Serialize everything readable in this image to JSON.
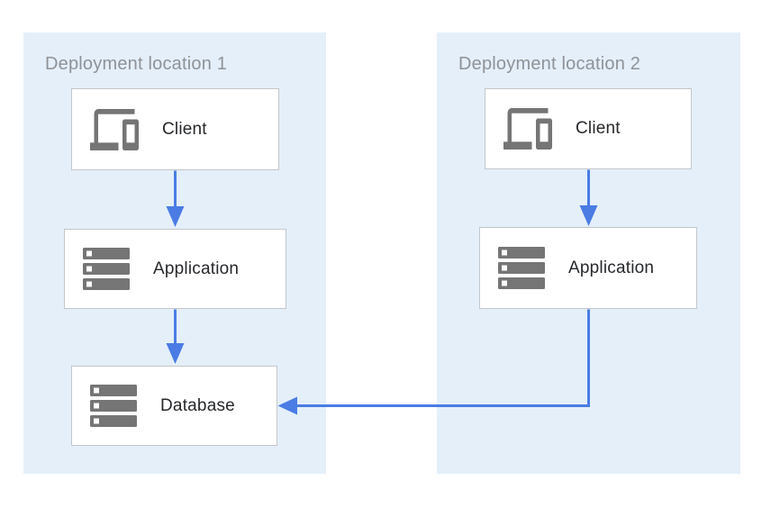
{
  "diagram": {
    "colors": {
      "page_bg": "#ffffff",
      "panel_bg": "#e4effa",
      "arrow": "#4a7ce4",
      "box_bg": "#ffffff",
      "box_border": "#c3c6c9",
      "icon": "#757575",
      "title_text": "#8f9296",
      "label_text": "#26282b"
    },
    "panels": [
      {
        "title": "Deployment location 1",
        "nodes": [
          {
            "label": "Client",
            "icon": "devices-icon"
          },
          {
            "label": "Application",
            "icon": "server-stack-icon"
          },
          {
            "label": "Database",
            "icon": "server-stack-icon"
          }
        ]
      },
      {
        "title": "Deployment location 2",
        "nodes": [
          {
            "label": "Client",
            "icon": "devices-icon"
          },
          {
            "label": "Application",
            "icon": "server-stack-icon"
          }
        ]
      }
    ],
    "connections": [
      {
        "from": "client-location1",
        "to": "application-location1",
        "style": "arrow-down"
      },
      {
        "from": "application-location1",
        "to": "database-location1",
        "style": "arrow-down"
      },
      {
        "from": "client-location2",
        "to": "application-location2",
        "style": "arrow-down"
      },
      {
        "from": "application-location2",
        "to": "database-location1",
        "style": "elbow-arrow-left"
      }
    ]
  }
}
